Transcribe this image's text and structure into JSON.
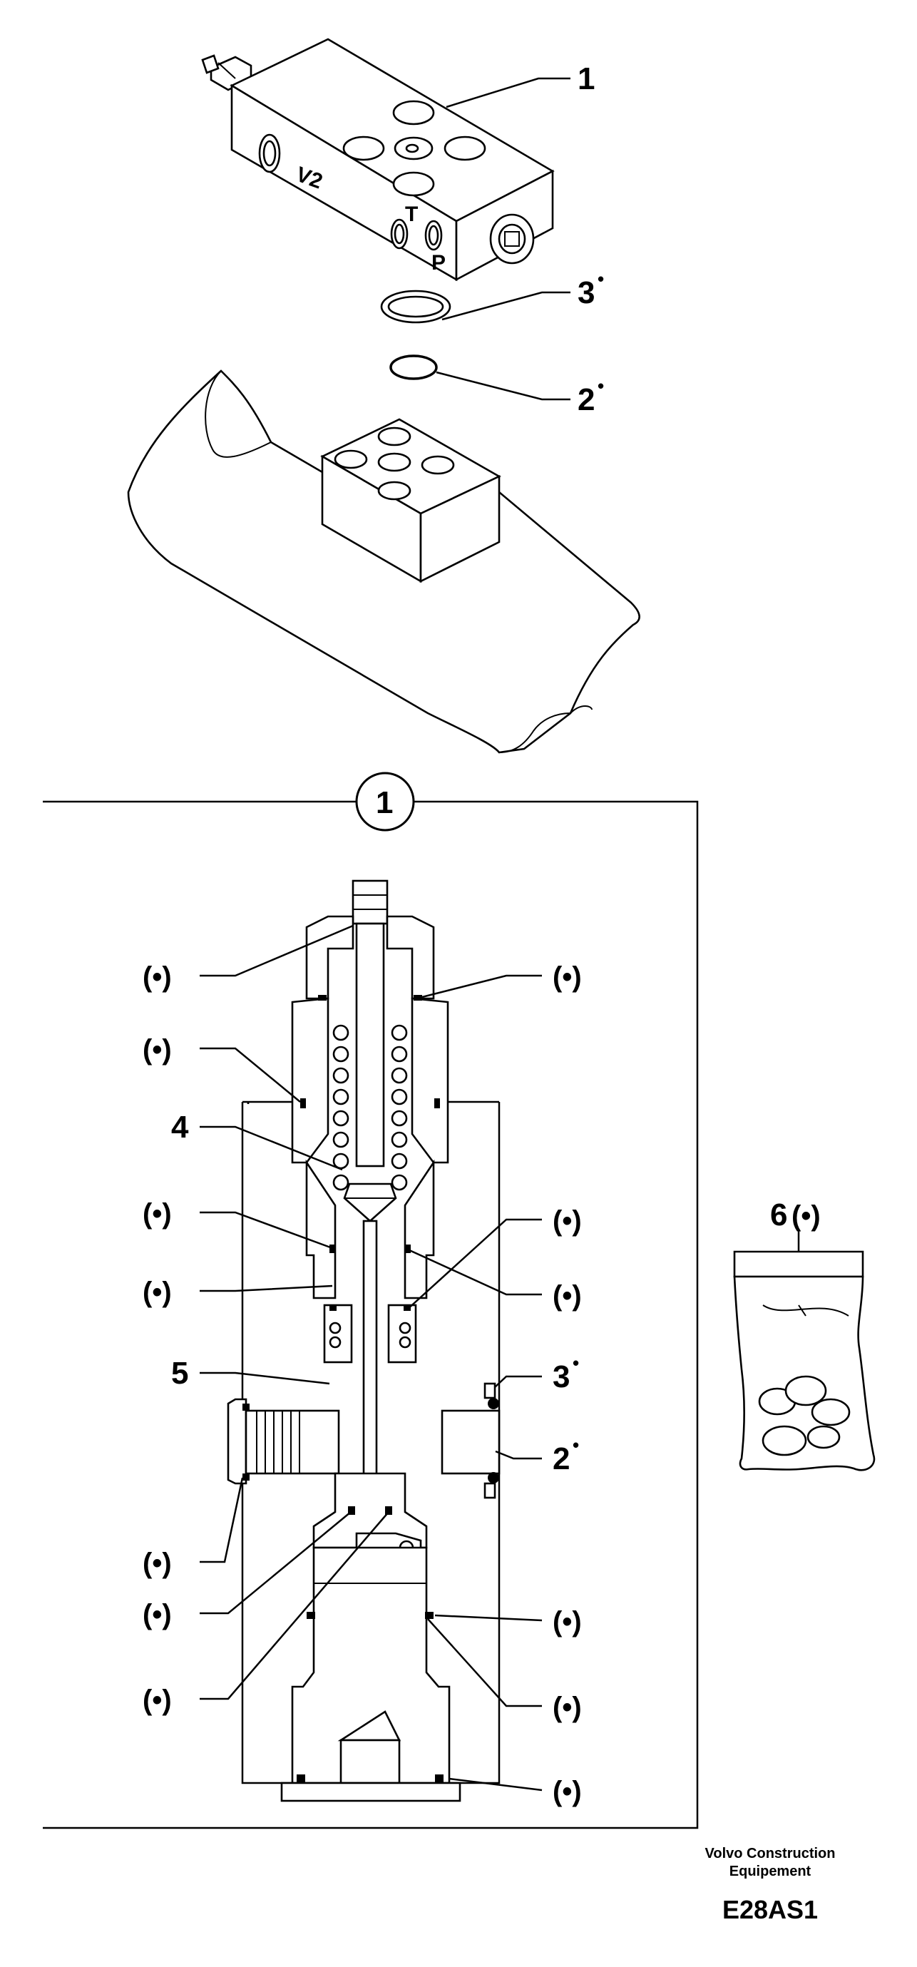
{
  "diagram": {
    "title_callout": "1",
    "port_labels": {
      "v2": "V2",
      "t": "T",
      "p": "P"
    },
    "callouts": [
      {
        "id": "c1",
        "number": "1",
        "mark": ""
      },
      {
        "id": "c3",
        "number": "3",
        "mark": "•"
      },
      {
        "id": "c2",
        "number": "2",
        "mark": "•"
      },
      {
        "id": "c4",
        "number": "4",
        "mark": ""
      },
      {
        "id": "c5",
        "number": "5",
        "mark": ""
      },
      {
        "id": "c6",
        "number": "6",
        "mark": "(•)"
      },
      {
        "id": "c3b",
        "number": "3",
        "mark": "•"
      },
      {
        "id": "c2b",
        "number": "2",
        "mark": "•"
      }
    ],
    "seal_marker": "(•)",
    "footer": {
      "company_line1": "Volvo Construction",
      "company_line2": "Equipement",
      "code": "E28AS1"
    }
  }
}
